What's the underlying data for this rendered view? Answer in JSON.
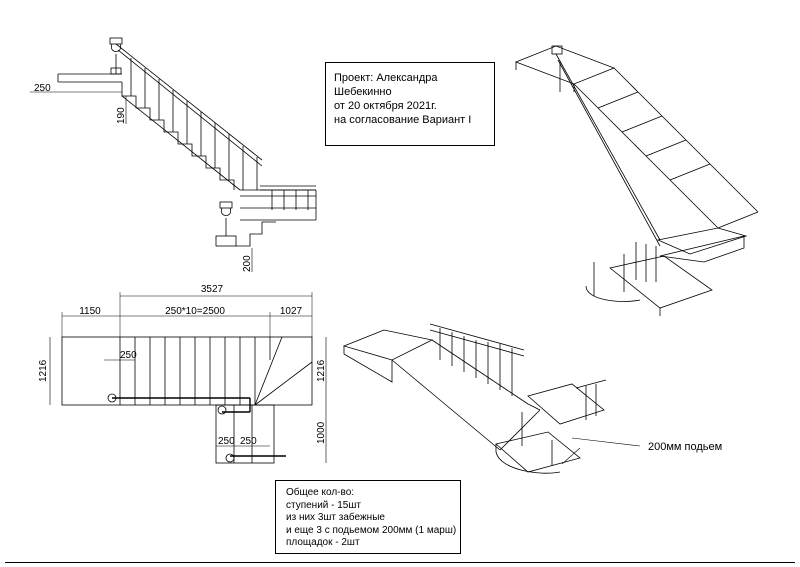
{
  "project_note": {
    "line1": "Проект: Александра",
    "line2": "Шебекинно",
    "line3": "от 20 октября 2021г.",
    "line4": "на согласование Вариант I"
  },
  "summary_note": {
    "line1": "Общее кол-во:",
    "line2": "ступений - 15шт",
    "line3": "из них 3шт забежные",
    "line4": "и еще 3 с подьемом 200мм (1 марш)",
    "line5": "площадок  - 2шт"
  },
  "side_view": {
    "dim_tread": "250",
    "dim_rise": "190",
    "dim_raise": "200"
  },
  "plan_view": {
    "dim_total": "3527",
    "dim_left": "1150",
    "dim_middle": "250*10=2500",
    "dim_right": "1027",
    "dim_step_top": "250",
    "dim_height_left": "1216",
    "dim_height_right": "1216",
    "dim_bottom_ext": "1000",
    "dim_step_a": "250",
    "dim_step_b": "250"
  },
  "iso_view": {
    "callout": "200мм подьем"
  }
}
